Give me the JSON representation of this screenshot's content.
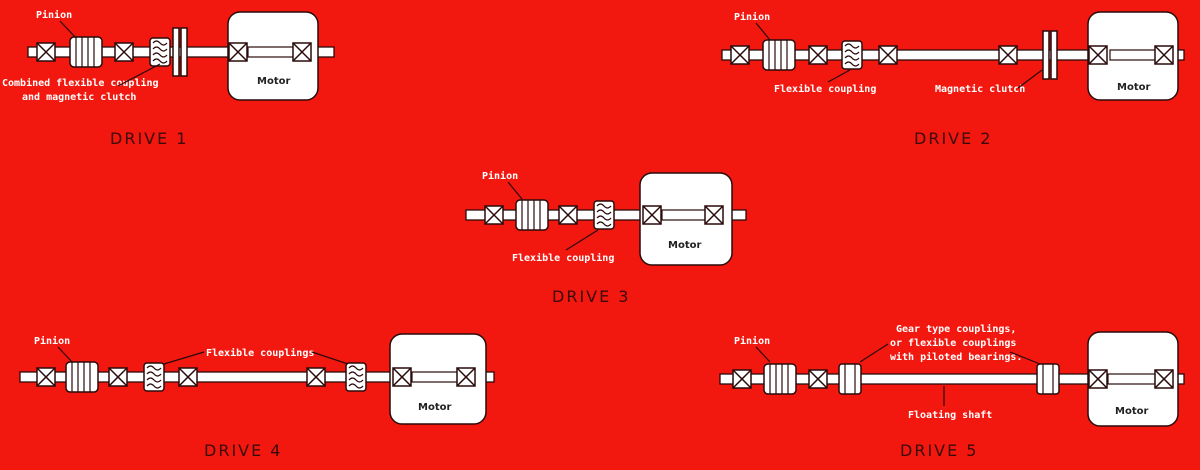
{
  "colors": {
    "background": "#f2180f",
    "component_fill": "#ffffff",
    "outline": "#2a0a0a"
  },
  "drives": [
    {
      "title": "DRIVE  1",
      "motor": "Motor",
      "labels": [
        "Pinion",
        "Combined flexible coupling",
        "and magnetic clutch"
      ]
    },
    {
      "title": "DRIVE  2",
      "motor": "Motor",
      "labels": [
        "Pinion",
        "Flexible coupling",
        "Magnetic clutch"
      ]
    },
    {
      "title": "DRIVE  3",
      "motor": "Motor",
      "labels": [
        "Pinion",
        "Flexible coupling"
      ]
    },
    {
      "title": "DRIVE  4",
      "motor": "Motor",
      "labels": [
        "Pinion",
        "Flexible couplings"
      ]
    },
    {
      "title": "DRIVE  5",
      "motor": "Motor",
      "labels": [
        "Pinion",
        "Gear type couplings,",
        "or flexible couplings",
        "with piloted bearings.",
        "Floating shaft"
      ]
    }
  ]
}
